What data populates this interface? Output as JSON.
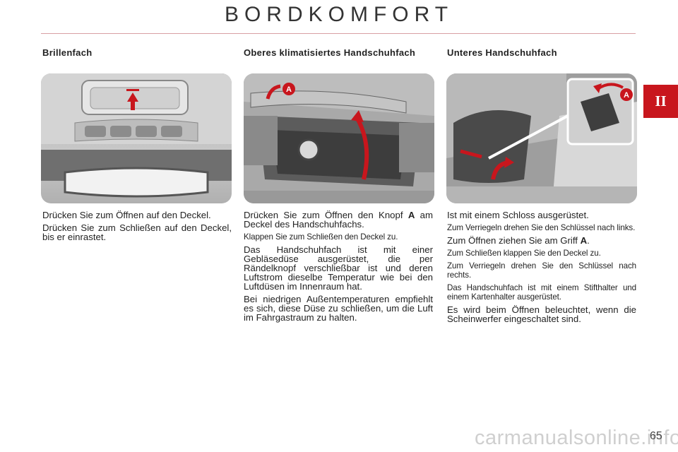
{
  "header": {
    "title": "BORDKOMFORT",
    "section_tab": "II"
  },
  "columns": [
    {
      "heading": "Brillenfach",
      "paragraphs": [
        "Drücken Sie zum Öffnen auf den Deckel.",
        "Drücken Sie zum Schließen auf den Deckel, bis er einrastet."
      ]
    },
    {
      "heading": "Oberes klimatisiertes Handschuhfach",
      "callout": "A",
      "para1_before": "Drücken Sie zum Öffnen den Knopf ",
      "para1_bold": "A",
      "para1_after": " am Deckel des Handschuhfachs.",
      "paragraphs": [
        "Klappen Sie zum Schließen den Deckel zu.",
        "Das Handschuhfach ist mit einer Gebläsedüse ausgerüstet, die per Rändelknopf verschließbar ist und deren Luftstrom dieselbe Temperatur wie bei den Luftdüsen im Innenraum hat.",
        "Bei niedrigen Außentemperaturen empfiehlt es sich, diese Düse zu schließen, um die Luft im Fahrgastraum zu halten."
      ]
    },
    {
      "heading": "Unteres Handschuhfach",
      "callout": "A",
      "para1": "Ist mit einem Schloss ausgerüstet.",
      "para2": "Zum Verriegeln drehen Sie den Schlüssel nach links.",
      "para3_before": "Zum Öffnen ziehen Sie am Griff ",
      "para3_bold": "A",
      "para3_after": ".",
      "para4": "Zum Schließen klappen Sie den Deckel zu.",
      "para5": "Zum Verriegeln drehen Sie den Schlüssel nach rechts.",
      "para6": "Das Handschuhfach ist mit einem Stifthalter und einem Kartenhalter ausgerüstet.",
      "para7": "Es wird beim Öffnen beleuchtet, wenn die Scheinwerfer eingeschaltet sind."
    }
  ],
  "footer": {
    "page_number": "65",
    "watermark": "carmanualsonline.info"
  },
  "colors": {
    "accent": "#c8161d",
    "rule": "#d9a0a4"
  }
}
